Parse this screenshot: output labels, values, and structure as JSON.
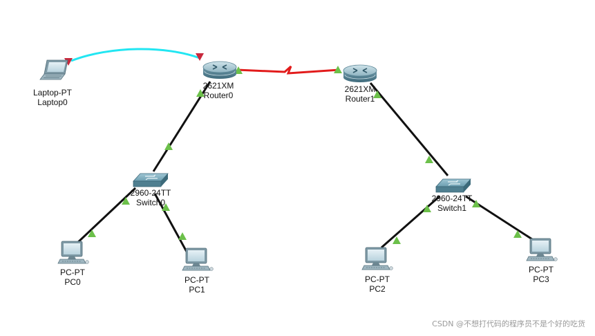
{
  "devices": [
    {
      "id": "laptop0",
      "icon": "laptop-icon",
      "model": "Laptop-PT",
      "name": "Laptop0"
    },
    {
      "id": "router0",
      "icon": "router-icon",
      "model": "2621XM",
      "name": "Router0"
    },
    {
      "id": "router1",
      "icon": "router-icon",
      "model": "2621XM",
      "name": "Router1"
    },
    {
      "id": "switch0",
      "icon": "switch-icon",
      "model": "2960-24TT",
      "name": "Switch0"
    },
    {
      "id": "switch1",
      "icon": "switch-icon",
      "model": "2960-24TT",
      "name": "Switch1"
    },
    {
      "id": "pc0",
      "icon": "pc-icon",
      "model": "PC-PT",
      "name": "PC0"
    },
    {
      "id": "pc1",
      "icon": "pc-icon",
      "model": "PC-PT",
      "name": "PC1"
    },
    {
      "id": "pc2",
      "icon": "pc-icon",
      "model": "PC-PT",
      "name": "PC2"
    },
    {
      "id": "pc3",
      "icon": "pc-icon",
      "model": "PC-PT",
      "name": "PC3"
    }
  ],
  "links": [
    {
      "from": "laptop0",
      "to": "router0",
      "cable": "console",
      "status": "down"
    },
    {
      "from": "router0",
      "to": "router1",
      "cable": "serial",
      "status": "up"
    },
    {
      "from": "router0",
      "to": "switch0",
      "cable": "straight",
      "status": "up"
    },
    {
      "from": "switch0",
      "to": "pc0",
      "cable": "straight",
      "status": "up"
    },
    {
      "from": "switch0",
      "to": "pc1",
      "cable": "straight",
      "status": "up"
    },
    {
      "from": "router1",
      "to": "switch1",
      "cable": "straight",
      "status": "up"
    },
    {
      "from": "switch1",
      "to": "pc2",
      "cable": "straight",
      "status": "up"
    },
    {
      "from": "switch1",
      "to": "pc3",
      "cable": "straight",
      "status": "up"
    }
  ],
  "colors": {
    "console_cable": "#22e6f2",
    "serial_cable": "#e21b1b",
    "straight_cable": "#111111",
    "link_up": "#6cc04a",
    "link_down": "#c8283c"
  },
  "watermark": "CSDN @不想打代码的程序员不是个好的吃货"
}
